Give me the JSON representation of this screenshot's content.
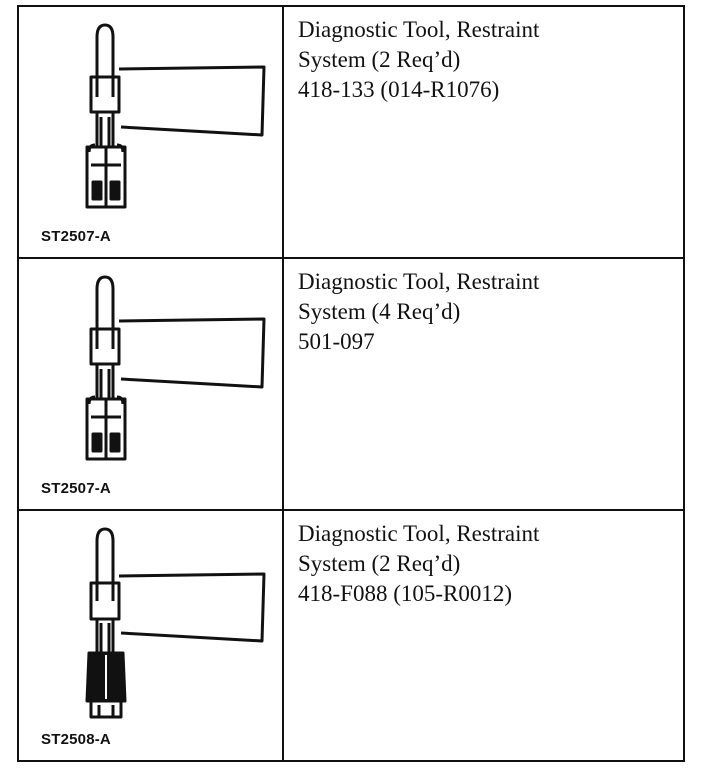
{
  "tools": [
    {
      "figure_id": "ST2507-A",
      "description_lines": [
        "Diagnostic Tool, Restraint",
        "System (2 Req’d)",
        "418-133 (014-R1076)"
      ],
      "illustration": "restraint-diagnostic-tool-icon"
    },
    {
      "figure_id": "ST2507-A",
      "description_lines": [
        "Diagnostic Tool, Restraint",
        "System (4 Req’d)",
        "501-097"
      ],
      "illustration": "restraint-diagnostic-tool-icon"
    },
    {
      "figure_id": "ST2508-A",
      "description_lines": [
        "Diagnostic Tool, Restraint",
        "System (2 Req’d)",
        "418-F088 (105-R0012)"
      ],
      "illustration": "restraint-diagnostic-tool-alt-icon"
    }
  ]
}
